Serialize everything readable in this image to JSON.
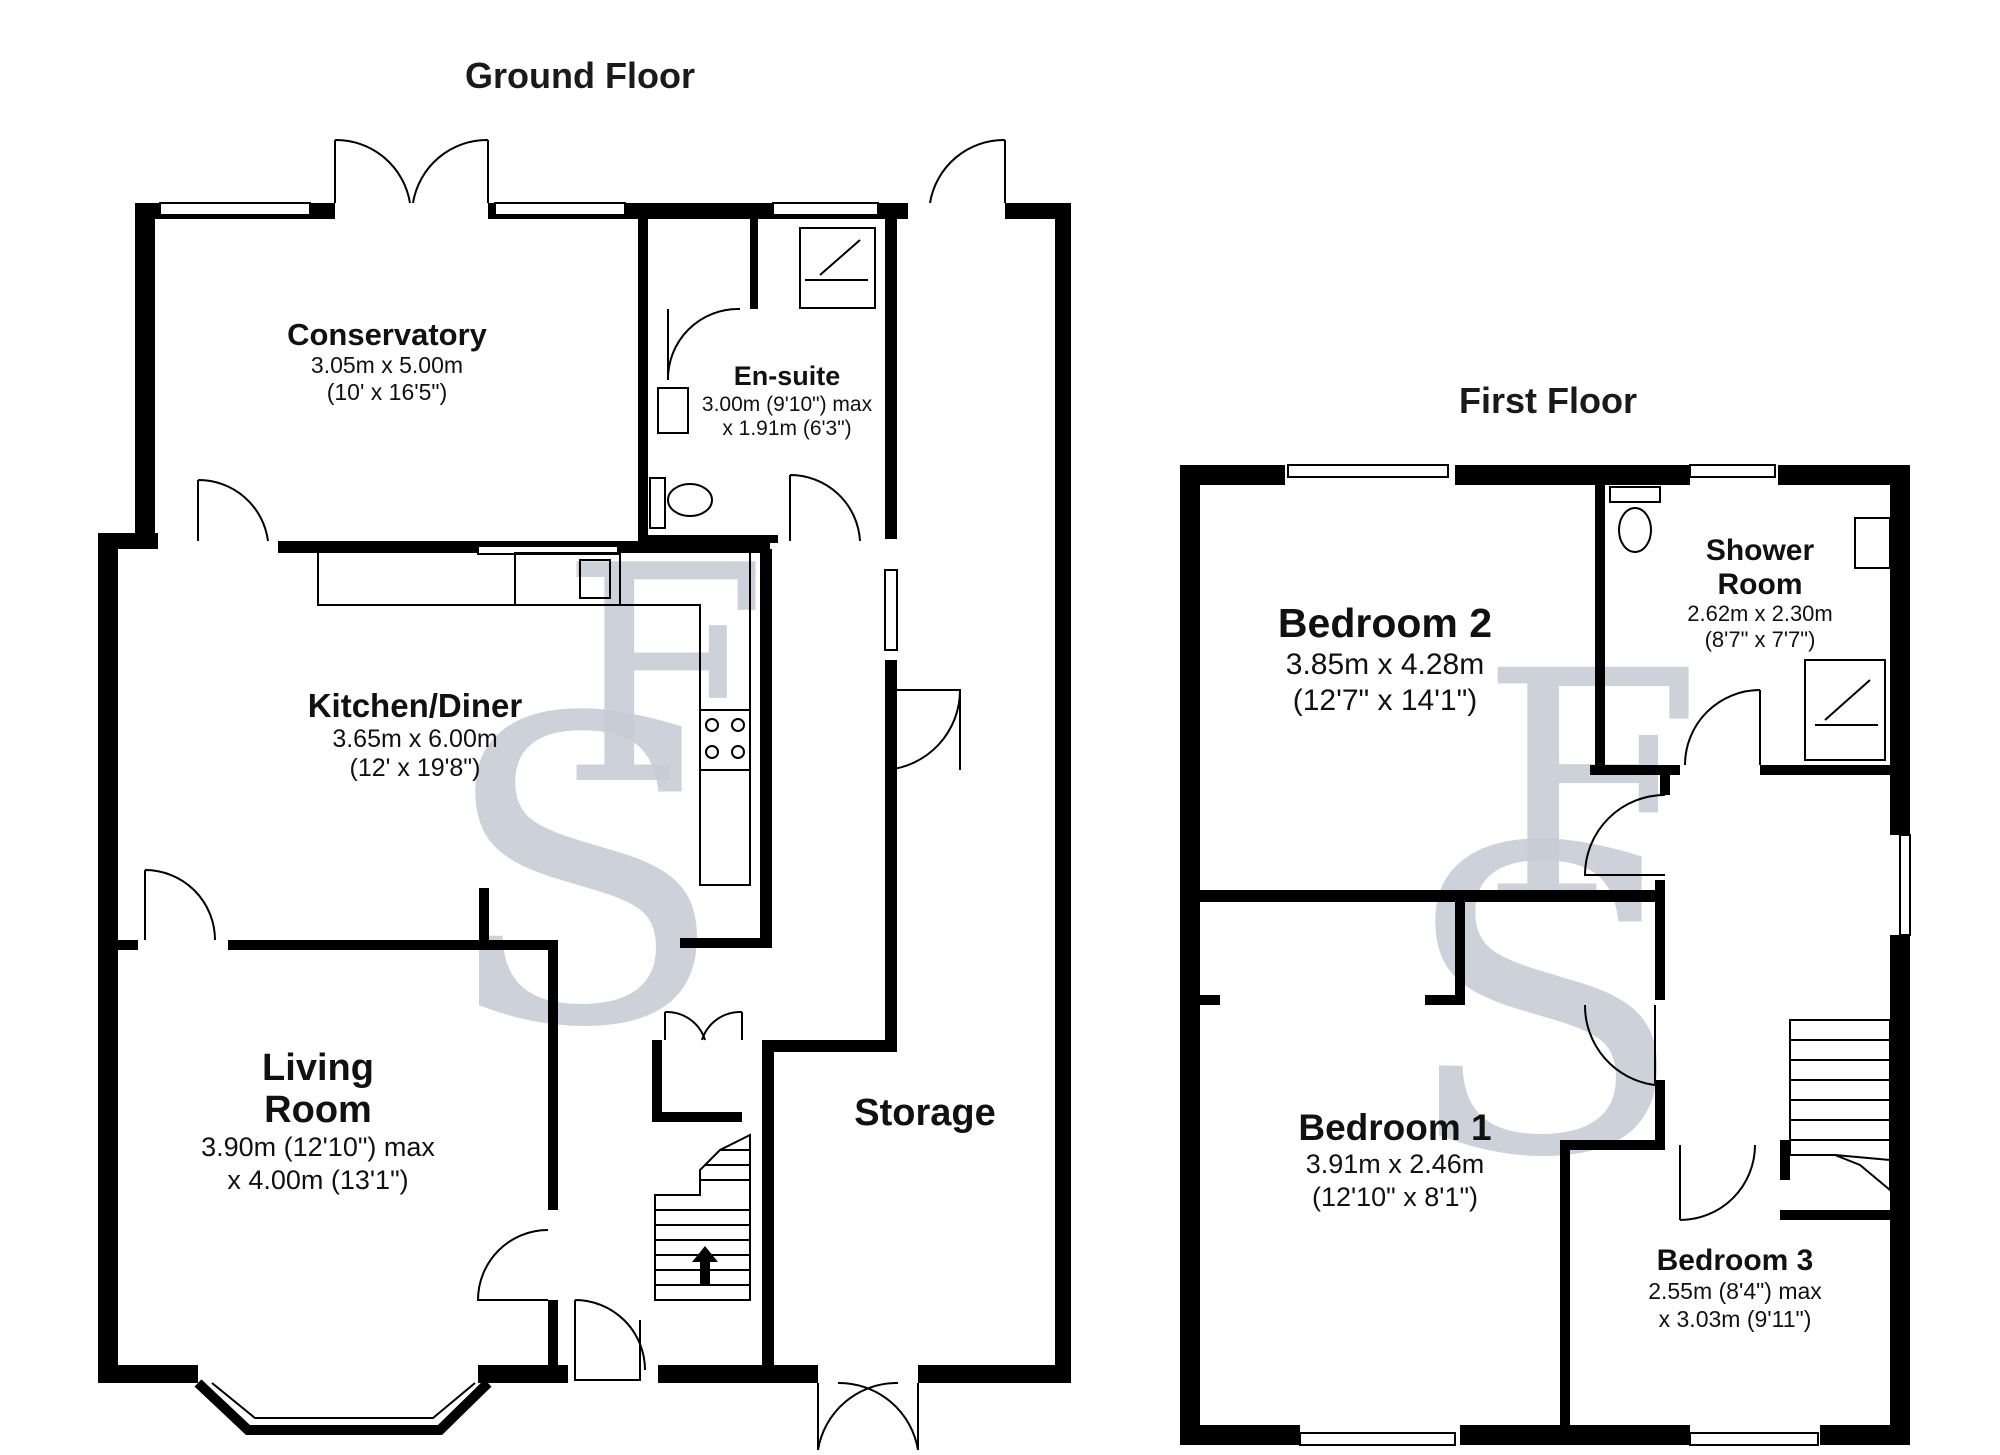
{
  "ground_floor": {
    "title": "Ground Floor",
    "rooms": {
      "conservatory": {
        "name": "Conservatory",
        "dims": [
          "3.05m x 5.00m",
          "(10' x 16'5\")"
        ]
      },
      "ensuite": {
        "name": "En-suite",
        "dims": [
          "3.00m (9'10\") max",
          "x 1.91m (6'3\")"
        ]
      },
      "kitchen": {
        "name": "Kitchen/Diner",
        "dims": [
          "3.65m x 6.00m",
          "(12' x 19'8\")"
        ]
      },
      "living": {
        "name": [
          "Living",
          "Room"
        ],
        "dims": [
          "3.90m (12'10\") max",
          "x 4.00m (13'1\")"
        ]
      },
      "storage": {
        "name": "Storage"
      }
    }
  },
  "first_floor": {
    "title": "First Floor",
    "rooms": {
      "bedroom2": {
        "name": "Bedroom 2",
        "dims": [
          "3.85m x 4.28m",
          "(12'7\" x 14'1\")"
        ]
      },
      "shower": {
        "name": [
          "Shower",
          "Room"
        ],
        "dims": [
          "2.62m x 2.30m",
          "(8'7\" x 7'7\")"
        ]
      },
      "bedroom1": {
        "name": "Bedroom 1",
        "dims": [
          "3.91m x 2.46m",
          "(12'10\" x 8'1\")"
        ]
      },
      "bedroom3": {
        "name": "Bedroom 3",
        "dims": [
          "2.55m (8'4\") max",
          "x 3.03m (9'11\")"
        ]
      }
    }
  },
  "watermark": {
    "letters": [
      "S",
      "F"
    ],
    "color": "#c7cdd6"
  },
  "icons": [
    "arrow-up-icon",
    "shower-tray-icon",
    "wc-icon",
    "basin-icon",
    "hob-icon",
    "sink-icon",
    "staircase-icon"
  ]
}
